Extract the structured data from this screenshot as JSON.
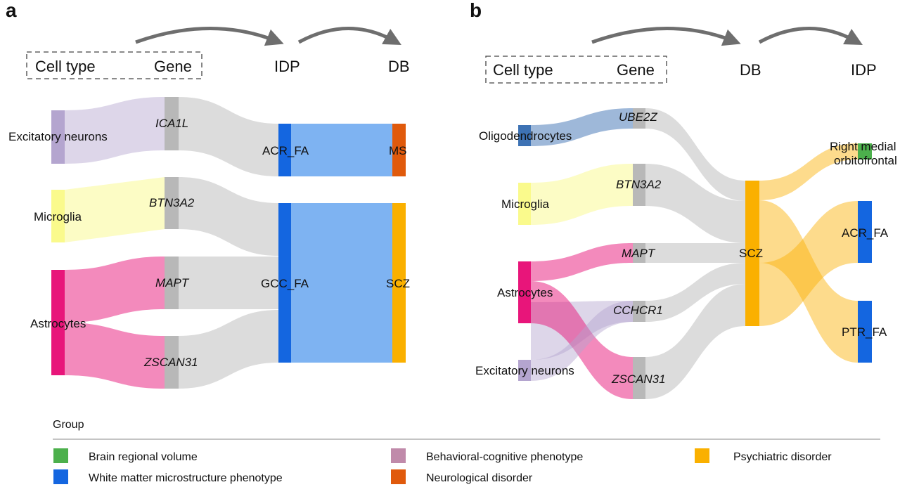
{
  "panels": {
    "a": {
      "letter": "a",
      "headers": {
        "cell_type": "Cell type",
        "gene": "Gene",
        "mid": "IDP",
        "end": "DB"
      },
      "cells": {
        "excitatory": "Excitatory neurons",
        "microglia": "Microglia",
        "astrocytes": "Astrocytes"
      },
      "genes": {
        "ica1l": "ICA1L",
        "btn3a2": "BTN3A2",
        "mapt": "MAPT",
        "zscan31": "ZSCAN31"
      },
      "idp": {
        "acr": "ACR_FA",
        "gcc": "GCC_FA"
      },
      "db": {
        "ms": "MS",
        "scz": "SCZ"
      }
    },
    "b": {
      "letter": "b",
      "headers": {
        "cell_type": "Cell type",
        "gene": "Gene",
        "mid": "DB",
        "end": "IDP"
      },
      "cells": {
        "oligo": "Oligodendrocytes",
        "microglia": "Microglia",
        "astrocytes": "Astrocytes",
        "excitatory": "Excitatory neurons"
      },
      "genes": {
        "ube2z": "UBE2Z",
        "btn3a2": "BTN3A2",
        "mapt": "MAPT",
        "cchcr1": "CCHCR1",
        "zscan31": "ZSCAN31"
      },
      "db": {
        "scz": "SCZ"
      },
      "idp": {
        "rmo_line1": "Right medial",
        "rmo_line2": "orbitofrontal",
        "acr": "ACR_FA",
        "ptr": "PTR_FA"
      }
    }
  },
  "legend": {
    "title": "Group",
    "items": [
      {
        "label": "Brain regional volume",
        "color": "#4cb04c"
      },
      {
        "label": "White matter microstructure phenotype",
        "color": "#1466e0"
      },
      {
        "label": "Behavioral-cognitive phenotype",
        "color": "#c08aaa"
      },
      {
        "label": "Neurological disorder",
        "color": "#e05a0c"
      },
      {
        "label": "Psychiatric disorder",
        "color": "#fab000"
      }
    ]
  },
  "colors": {
    "excitatory": "#b4a5cf",
    "microglia": "#fafa8c",
    "astrocytes": "#e8157a",
    "oligodendrocytes": "#3d72b4",
    "gene_node": "#b8b8b8",
    "gray_flow": "#dcdcdc",
    "white_matter": "#1466e0",
    "psychiatric": "#fab000",
    "neurological": "#e05a0c",
    "brain_volume": "#4cb04c",
    "idp_db_flow": "#7eb3f2"
  }
}
